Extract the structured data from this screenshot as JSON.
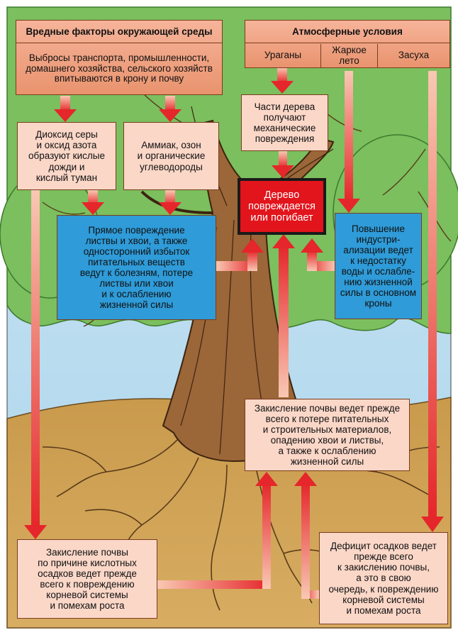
{
  "header_left": {
    "title": "Вредные факторы окружающей среды",
    "text": "Выбросы транспорта, промышленности,\nдомашнего хозяйства, сельского хозяйств\nвпитываются в крону и почву"
  },
  "header_right": {
    "title": "Атмосферные условия",
    "items": [
      "Ураганы",
      "Жаркое\nлето",
      "Засуха"
    ]
  },
  "boxes": {
    "acid_rain": "Диоксид серы\nи оксид азота\nобразуют кислые\nдожди и\nкислый туман",
    "ammonia": "Аммиак, озон\nи органические\nуглеводороды",
    "mechanical": "Части дерева\nполучают\nмеханические\nповреждения",
    "tree_damaged": "Дерево\nповреждается\nили погибает",
    "direct_damage": "Прямое повреждение\nлиствы и хвои, а также\nодносторонний избыток\nпитательных веществ\nведут к болезням, потере\nлиствы или хвои\nи к ослаблению\nжизненной силы",
    "industrialization": "Повышение\nиндустри-\nализации ведет\nк недостатку\nводы и ослабле-\nнию жизненной\nсилы в основном\nкроны",
    "soil_acid_center": "Закисление почвы ведет прежде\nвсего к потере питательных\nи строительных материалов,\nопадению хвои и листвы,\nа также к ослаблению\nжизненной силы",
    "soil_acid_left": "Закисление почвы\nпо причине кислотных\nосадков ведет прежде\nвсего к повреждению\nкорневой системы\nи помехам роста",
    "precip_deficit": "Дефицит осадков ведет\nпрежде всего\nк закислению почвы,\nа это в свою\nочередь, к повреждению\nкорневой системы\nи помехам роста"
  }
}
